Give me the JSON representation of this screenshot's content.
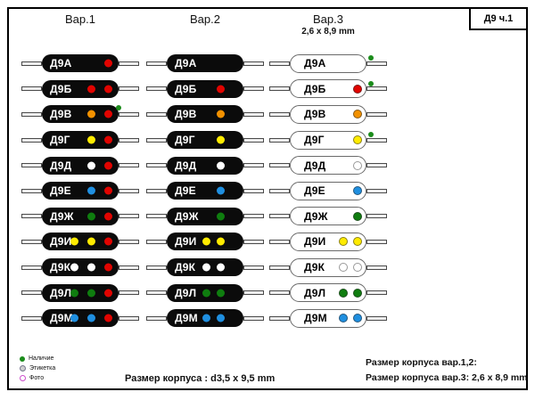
{
  "corner_label": "Д9 ч.1",
  "headers": {
    "var1": "Вар.1",
    "var2": "Вар.2",
    "var3": "Вар.3",
    "var3_sub": "2,6 x 8,9 mm"
  },
  "colors": {
    "red": "#e10400",
    "orange": "#f29100",
    "yellow": "#ffeb00",
    "white": "#ffffff",
    "blue": "#1f8fe0",
    "green": "#0f7d0f",
    "avail_green": "#1b8c1b"
  },
  "var1_polarity_dot": "red",
  "rows": [
    {
      "label": "Д9А",
      "dots": [],
      "avail": {
        "var1": false,
        "var3": true
      }
    },
    {
      "label": "Д9Б",
      "dots": [
        "red"
      ],
      "avail": {
        "var1": false,
        "var3": true
      }
    },
    {
      "label": "Д9В",
      "dots": [
        "orange"
      ],
      "avail": {
        "var1": true,
        "var3": false
      }
    },
    {
      "label": "Д9Г",
      "dots": [
        "yellow"
      ],
      "avail": {
        "var1": false,
        "var3": true
      }
    },
    {
      "label": "Д9Д",
      "dots": [
        "white"
      ],
      "avail": {
        "var1": false,
        "var3": false
      }
    },
    {
      "label": "Д9Е",
      "dots": [
        "blue"
      ],
      "avail": {
        "var1": false,
        "var3": false
      }
    },
    {
      "label": "Д9Ж",
      "dots": [
        "green"
      ],
      "avail": {
        "var1": false,
        "var3": false
      }
    },
    {
      "label": "Д9И",
      "dots": [
        "yellow",
        "yellow"
      ],
      "avail": {
        "var1": false,
        "var3": false
      }
    },
    {
      "label": "Д9К",
      "dots": [
        "white",
        "white"
      ],
      "avail": {
        "var1": false,
        "var3": false
      }
    },
    {
      "label": "Д9Л",
      "dots": [
        "green",
        "green"
      ],
      "avail": {
        "var1": false,
        "var3": false
      }
    },
    {
      "label": "Д9М",
      "dots": [
        "blue",
        "blue"
      ],
      "avail": {
        "var1": false,
        "var3": false
      }
    }
  ],
  "legend": {
    "items": [
      {
        "key": "avail",
        "label": "Наличие"
      },
      {
        "key": "label",
        "label": "Этикетка"
      },
      {
        "key": "photo",
        "label": "Фото"
      }
    ]
  },
  "footer": {
    "center": "Размер корпуса : d3,5 x 9,5 mm",
    "right_line1": "Размер корпуса вар.1,2:",
    "right_line2": "Размер корпуса вар.3: 2,6 x 8,9 mm"
  }
}
